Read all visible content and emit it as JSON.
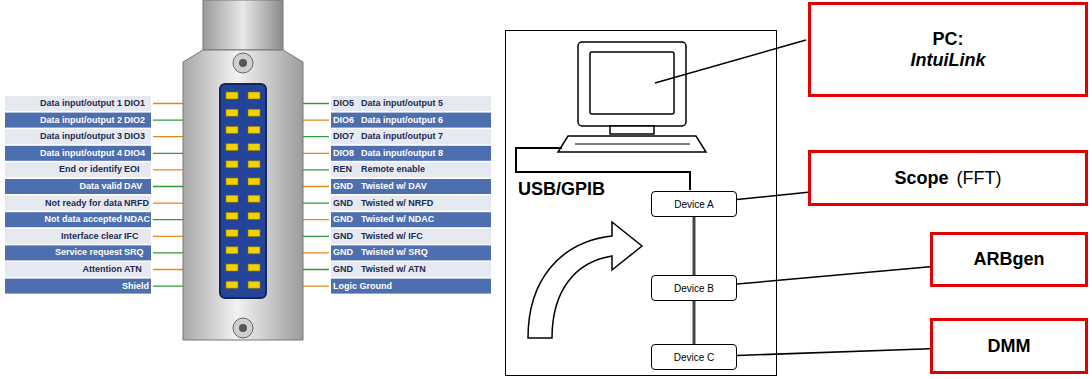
{
  "diagram": {
    "nodes": [
      {
        "text": [
          "USB/GPIB"
        ]
      },
      {
        "text": [
          "Device A"
        ],
        "in": 0
      },
      {
        "text": [
          "Device B"
        ],
        "in": 0
      },
      {
        "text": [
          "Device C"
        ],
        "in": 0
      },
      {
        "text": [
          "PC:",
          "IntuiLink"
        ]
      },
      {
        "text": [
          "Scope",
          "(FFT)"
        ]
      },
      {
        "text": [
          "ARBgen"
        ]
      },
      {
        "text": [
          "DMM"
        ]
      }
    ],
    "edges": [
      {
        "from": 1,
        "to": 2,
        "arrow": "none"
      },
      {
        "from": 2,
        "to": 3,
        "arrow": "none"
      },
      {
        "from": 5,
        "to": 1,
        "arrow": "none"
      },
      {
        "from": 6,
        "to": 2,
        "arrow": "none"
      },
      {
        "from": 7,
        "to": 3,
        "arrow": "none"
      }
    ],
    "labels": [
      "Data input/output 1",
      "DIO1",
      "Data input/output 2",
      "DIO2",
      "Data input/output 3",
      "DIO3",
      "Data input/output 4",
      "DIO4",
      "End or identify",
      "EOI",
      "Data valid",
      "DAV",
      "Not ready for data",
      "NRFD",
      "Not data accepted",
      "NDAC",
      "Interface clear",
      "IFC",
      "Service request",
      "SRQ",
      "Attention",
      "ATN",
      "Shield",
      "DIO5",
      "Data input/output 5",
      "DIO6",
      "Data input/output 6",
      "DIO7",
      "Data input/output 7",
      "DIO8",
      "Data input/output 8",
      "REN",
      "Remote enable",
      "GND",
      "Twisted w/ DAV",
      "GND",
      "Twisted w/ NRFD",
      "GND",
      "Twisted w/ NDAC",
      "GND",
      "Twisted w/ IFC",
      "GND",
      "Twisted w/ SRQ",
      "GND",
      "Twisted w/ ATN",
      "Logic Ground"
    ]
  }
}
